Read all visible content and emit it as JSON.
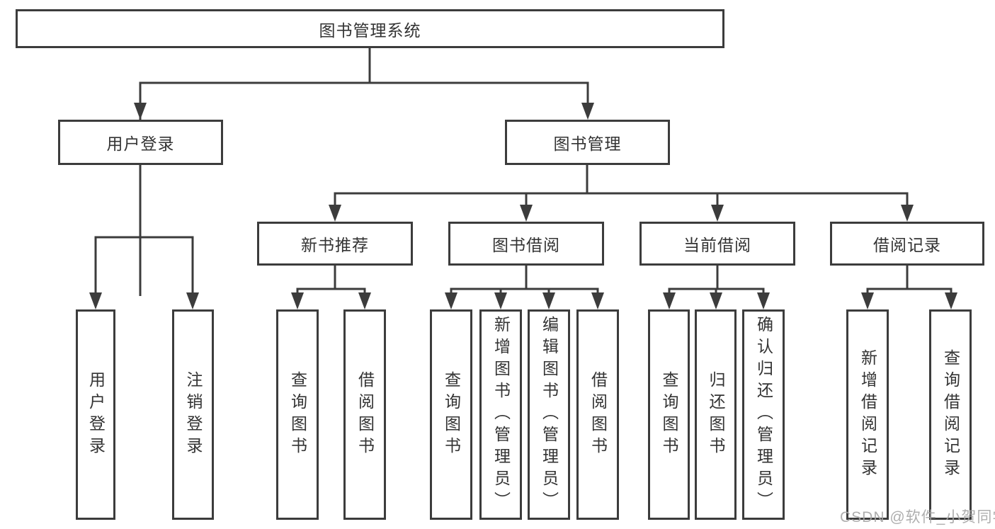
{
  "tree": {
    "label": "图书管理系统",
    "children": [
      {
        "label": "用户登录",
        "children": [
          {
            "label": "用户登录"
          },
          {
            "label": "注销登录"
          }
        ]
      },
      {
        "label": "图书管理",
        "children": [
          {
            "label": "新书推荐",
            "children": [
              {
                "label": "查询图书"
              },
              {
                "label": "借阅图书"
              }
            ]
          },
          {
            "label": "图书借阅",
            "children": [
              {
                "label": "查询图书"
              },
              {
                "label": "新增图书（管理员）"
              },
              {
                "label": "编辑图书（管理员）"
              },
              {
                "label": "借阅图书"
              }
            ]
          },
          {
            "label": "当前借阅",
            "children": [
              {
                "label": "查询图书"
              },
              {
                "label": "归还图书"
              },
              {
                "label": "确认归还（管理员）"
              }
            ]
          },
          {
            "label": "借阅记录",
            "children": [
              {
                "label": "新增借阅记录"
              },
              {
                "label": "查询借阅记录"
              }
            ]
          }
        ]
      }
    ]
  },
  "watermark": {
    "text": "CSDN @软件_小贺同学"
  },
  "colors": {
    "line": "#3c3c3c",
    "box_border": "#3c3c3c",
    "text": "#333333",
    "watermark": "#a6a6a6",
    "background": "#ffffff"
  }
}
